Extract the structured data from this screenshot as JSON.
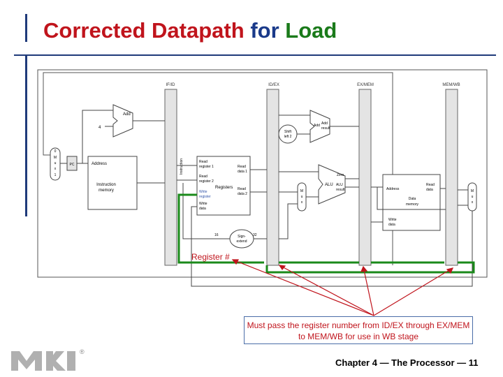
{
  "slide": {
    "title_part1": "Corrected Datapath",
    "title_part2": "for",
    "title_part3": "Load",
    "register_label": "Register #",
    "callout_text": "Must pass the register number from ID/EX through EX/MEM to MEM/WB for use in WB stage",
    "footer": "Chapter 4 — The Processor — 11",
    "logo_mark": "®"
  },
  "diagram": {
    "pipeline_registers": [
      "IF/ID",
      "ID/EX",
      "EX/MEM",
      "MEM/WB"
    ],
    "labels": {
      "add": "Add",
      "add_alu": "Add",
      "add_result": "result",
      "shift": "Shift",
      "shift2": "left 2",
      "pc": "PC",
      "address": "Address",
      "instr_mem1": "Instruction",
      "instr_mem2": "memory",
      "instruction": "Instruction",
      "read_reg1": "Read",
      "read_reg1b": "register 1",
      "read_reg2": "Read",
      "read_reg2b": "register 2",
      "write_reg": "Write",
      "write_regb": "register",
      "write_data": "Write",
      "write_datab": "data",
      "registers": "Registers",
      "read_data1": "Read",
      "read_data1b": "data 1",
      "read_data2": "Read",
      "read_data2b": "data 2",
      "sign_ext1": "Sign-",
      "sign_ext2": "extend",
      "bits16": "16",
      "bits32": "32",
      "zero": "Zero",
      "alu": "ALU",
      "alu_result1": "ALU",
      "alu_result2": "result",
      "data_address": "Address",
      "read_data": "Read",
      "read_datab": "data",
      "data_mem1": "Data",
      "data_mem2": "memory",
      "mem_write_data": "Write",
      "mem_write_datab": "data",
      "four": "4",
      "mux_m": "M",
      "mux_u": "u",
      "mux_x": "x",
      "zero_sel": "0",
      "one_sel": "1"
    }
  }
}
